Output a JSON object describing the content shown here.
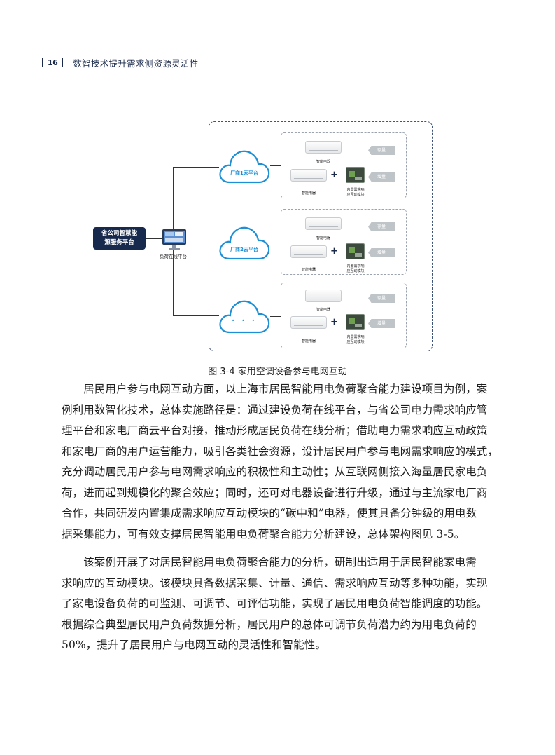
{
  "header": {
    "page_number": "16",
    "title": "数智技术提升需求侧资源灵活性"
  },
  "diagram": {
    "platform": {
      "line1": "省公司智慧能",
      "line2": "源服务平台"
    },
    "monitor_label": "负荷在线平台",
    "clouds": [
      {
        "label": "厂商1云平台"
      },
      {
        "label": "厂商2云平台"
      },
      {
        "label": "· · ·"
      }
    ],
    "groups": [
      {
        "smart_appliance_top": "智能电器",
        "smart_appliance_bottom": "智能电器",
        "module_label_1": "内置需求响",
        "module_label_2": "应互动模块",
        "tag_top": "存量",
        "tag_bottom": "增量"
      },
      {
        "smart_appliance_top": "智能电器",
        "smart_appliance_bottom": "智能电器",
        "module_label_1": "内置需求响",
        "module_label_2": "应互动模块",
        "tag_top": "存量",
        "tag_bottom": "增量"
      },
      {
        "smart_appliance_top": "智能电器",
        "smart_appliance_bottom": "智能电器",
        "module_label_1": "内置需求响",
        "module_label_2": "应互动模块",
        "tag_top": "存量",
        "tag_bottom": "增量"
      }
    ],
    "plus_sign": "+",
    "caption": "图 3-4 家用空调设备参与电网互动"
  },
  "body": {
    "paragraph1": [
      "　　居民用户参与电网互动方面，以上海市居民智能用电负荷聚合能力建设项目为例，案",
      "例利用数智化技术，总体实施路径是：通过建设负荷在线平台，与省公司电力需求响应管",
      "理平台和家电厂商云平台对接，推动形成居民负荷在线分析；借助电力需求响应互动政策",
      "和家电厂商的用户运营能力，吸引各类社会资源，设计居民用户参与电网需求响应的模式，",
      "充分调动居民用户参与电网需求响应的积极性和主动性；从互联网侧接入海量居民家电负",
      "荷，进而起到规模化的聚合效应；同时，还可对电器设备进行升级，通过与主流家电厂商",
      "合作，共同研发内置集成需求响应互动模块的“碳中和”电器，使其具备分钟级的用电数",
      "据采集能力，可有效支撑居民智能用电负荷聚合能力分析建设，总体架构图见 3-5。"
    ],
    "paragraph2": [
      "　　该案例开展了对居民智能用电负荷聚合能力的分析，研制出适用于居民智能家电需",
      "求响应的互动模块。该模块具备数据采集、计量、通信、需求响应互动等多种功能，实现",
      "了家电设备负荷的可监测、可调节、可评估功能，实现了居民用电负荷智能调度的功能。",
      "根据综合典型居民用户负荷数据分析，居民用户的总体可调节负荷潜力约为用电负荷的",
      "50%，提升了居民用户与电网互动的灵活性和智能性。"
    ]
  }
}
